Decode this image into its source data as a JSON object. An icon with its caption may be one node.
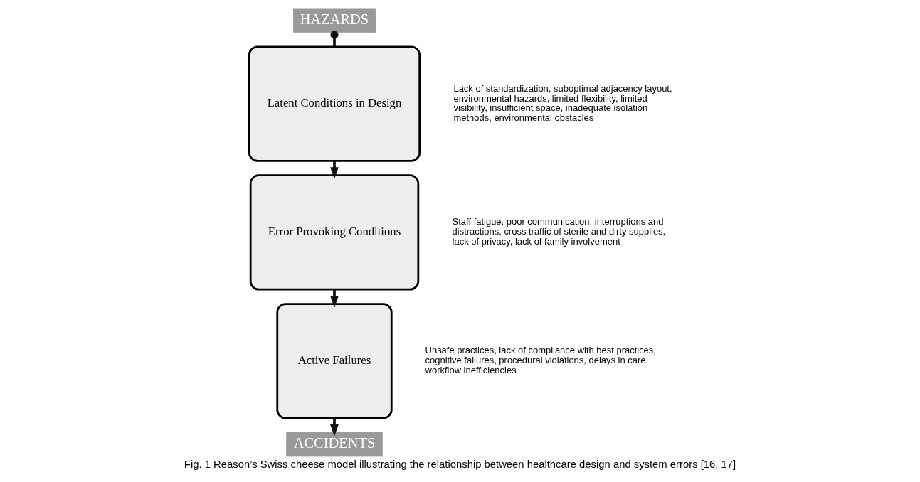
{
  "diagram": {
    "caption": "Fig. 1 Reason’s Swiss cheese model illustrating the relationship between healthcare design and system errors [16, 17]",
    "nodes": [
      {
        "text": [
          "HAZARDS"
        ]
      },
      {
        "text": [
          "Latent Conditions in Design"
        ],
        "beside": [
          "Lack of standardization, suboptimal adjacency layout, environmental hazards, limited flexibility, limited visibility, insufficient space, inadequate isolation methods, environmental obstacles"
        ]
      },
      {
        "text": [
          "Error Provoking Conditions"
        ],
        "beside": [
          "Staff fatigue, poor communication, interruptions and distractions, cross traffic of sterile and dirty supplies, lack of privacy, lack of family involvement"
        ]
      },
      {
        "text": [
          "Active Failures"
        ],
        "beside": [
          "Unsafe practices, lack of compliance with best practices, cognitive failures, procedural violations, delays in care, workflow inefficiencies"
        ]
      },
      {
        "text": [
          "ACCIDENTS"
        ]
      }
    ],
    "edges": [
      {
        "from": 0,
        "to": 1,
        "arrow": "other"
      },
      {
        "from": 1,
        "to": 2,
        "arrow": "to"
      },
      {
        "from": 2,
        "to": 3,
        "arrow": "to"
      },
      {
        "from": 3,
        "to": 4,
        "arrow": "to"
      }
    ]
  }
}
